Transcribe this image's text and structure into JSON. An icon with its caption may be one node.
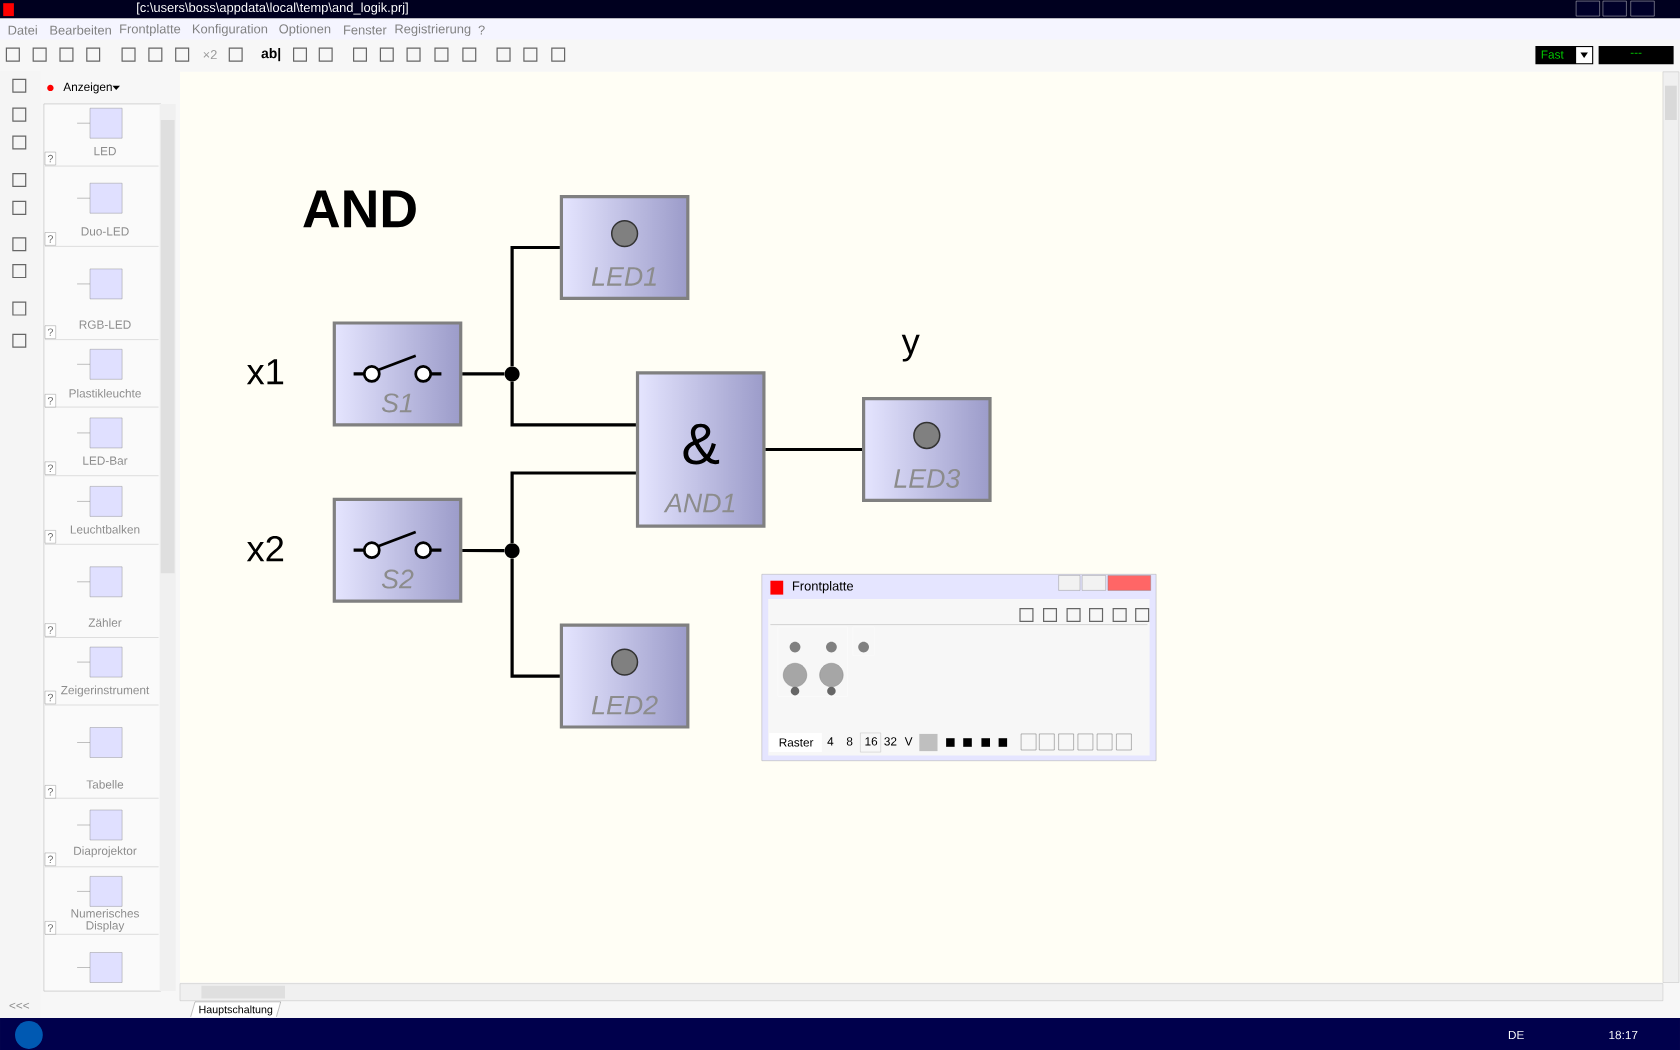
{
  "diagram": {
    "title": "AND",
    "nodes": [
      {
        "text": [
          "LED1"
        ]
      },
      {
        "text": [
          "S1"
        ]
      },
      {
        "text": [],
        "shape": "circle"
      },
      {
        "text": [
          "&",
          "AND1"
        ]
      },
      {
        "text": [
          "LED3"
        ]
      },
      {
        "text": [
          "S2"
        ]
      },
      {
        "text": [],
        "shape": "circle"
      },
      {
        "text": [
          "LED2"
        ]
      }
    ],
    "edges": [
      {
        "from": 1,
        "to": 2,
        "arrow": "none"
      },
      {
        "from": 2,
        "to": 0,
        "arrow": "none"
      },
      {
        "from": 2,
        "to": 3,
        "arrow": "none"
      },
      {
        "from": 5,
        "to": 6,
        "arrow": "none"
      },
      {
        "from": 6,
        "to": 3,
        "arrow": "none"
      },
      {
        "from": 6,
        "to": 7,
        "arrow": "none"
      },
      {
        "from": 3,
        "to": 4,
        "arrow": "none"
      }
    ],
    "labels": [
      "[c:\\users\\boss\\appdata\\local\\temp\\and_logik.prj]",
      "Datei",
      "Bearbeiten",
      "Frontplatte",
      "Konfiguration",
      "Optionen",
      "Fenster",
      "Registrierung",
      "?",
      "×2",
      "ab|",
      "Fast",
      "---",
      "Anzeigen",
      "LED",
      "?",
      "Duo-LED",
      "?",
      "RGB-LED",
      "?",
      "Plastikleuchte",
      "?",
      "LED-Bar",
      "?",
      "Leuchtbalken",
      "?",
      "Zähler",
      "?",
      "Zeigerinstrument",
      "?",
      "Tabelle",
      "?",
      "Diaprojektor",
      "?",
      "Numerisches Display",
      "?",
      "<<<",
      "x1",
      "x2",
      "y",
      "Hauptschaltung",
      "Frontplatte",
      "Raster",
      "4",
      "8",
      "16",
      "32",
      "V",
      "DE",
      "18:17"
    ]
  }
}
